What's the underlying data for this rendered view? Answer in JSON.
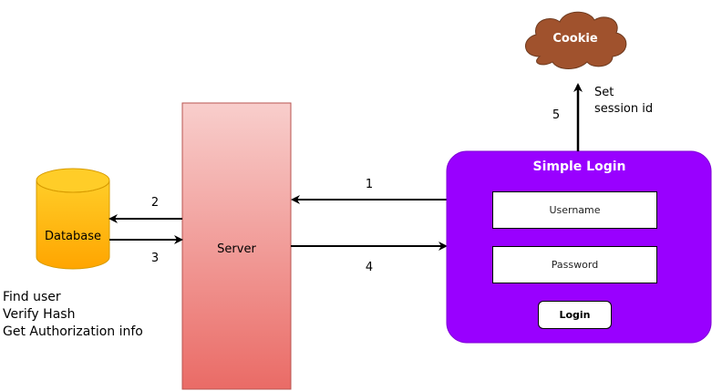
{
  "database": {
    "label": "Database"
  },
  "server": {
    "label": "Server"
  },
  "cookie": {
    "label": "Cookie"
  },
  "login_panel": {
    "title": "Simple Login",
    "username_label": "Username",
    "password_label": "Password",
    "login_button": "Login"
  },
  "steps": {
    "step1": "1",
    "step2": "2",
    "step3": "3",
    "step4": "4",
    "step5": "5",
    "step5_text_line1": "Set",
    "step5_text_line2": "session id"
  },
  "db_notes": [
    "Find user",
    "Verify Hash",
    "Get Authorization info"
  ],
  "colors": {
    "login_panel": "#9900ff",
    "cookie": "#a0522d",
    "server_top": "#f8cecc",
    "server_bottom": "#ea6b66",
    "database_top": "#ffcd28",
    "database_bottom": "#ffa500"
  }
}
